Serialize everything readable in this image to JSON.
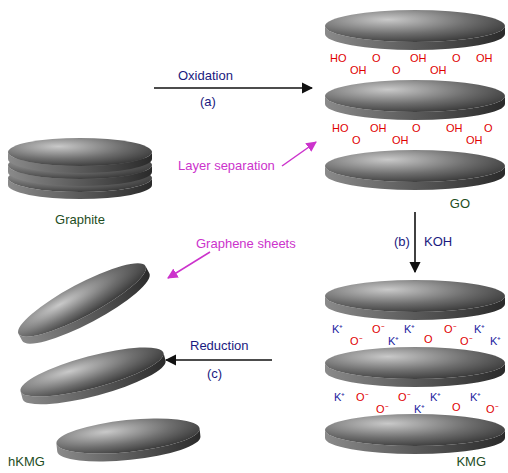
{
  "diagram": {
    "nodes": [
      {
        "text": [
          "Graphite"
        ]
      },
      {
        "text": [
          "GO"
        ]
      },
      {
        "text": [
          "KMG"
        ]
      },
      {
        "text": [
          "hKMG"
        ]
      }
    ],
    "edges": [
      {
        "from": 0,
        "to": 1,
        "arrow": "to",
        "label": "Oxidation"
      },
      {
        "from": 1,
        "to": 2,
        "arrow": "to",
        "label": "KOH"
      },
      {
        "from": 2,
        "to": 3,
        "arrow": "to",
        "label": "Reduction"
      }
    ],
    "labels": [
      "(a)",
      "Layer separation",
      "(b)",
      "Graphene sheets",
      "(c)",
      "HO",
      "O",
      "OH",
      "O",
      "OH",
      "OH",
      "O",
      "OH",
      "HO",
      "OH",
      "O",
      "OH",
      "O",
      "O",
      "OH",
      "OH",
      "K⁺",
      "O⁻",
      "K⁺",
      "O⁻",
      "K⁺",
      "O⁻",
      "K⁺",
      "O",
      "O⁻",
      "K⁺",
      "K⁺",
      "O⁻",
      "O⁻",
      "K⁺",
      "K⁺",
      "O⁻",
      "K⁺",
      "O",
      "O⁻"
    ]
  }
}
